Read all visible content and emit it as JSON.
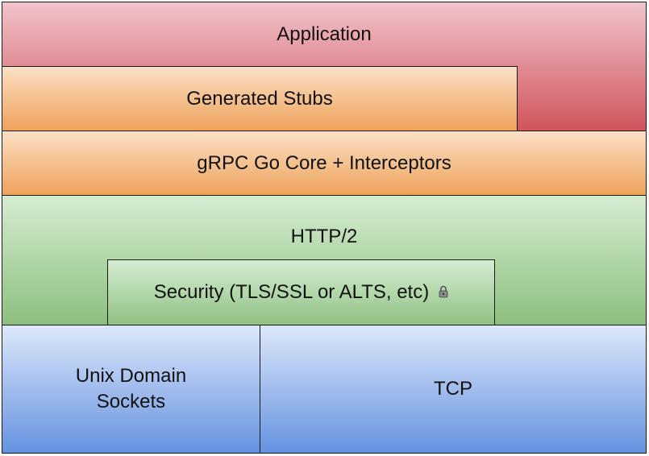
{
  "diagram": {
    "layers": {
      "application": "Application",
      "generated_stubs": "Generated Stubs",
      "core": "gRPC Go Core + Interceptors",
      "http2": "HTTP/2",
      "security": "Security (TLS/SSL or ALTS, etc)",
      "unix_domain_sockets": "Unix Domain\nSockets",
      "tcp": "TCP"
    },
    "icons": {
      "security": "lock-icon"
    },
    "colors": {
      "application": "#d0545c",
      "stubs_core": "#eea25a",
      "http2_security": "#8cc07d",
      "transport": "#6592e0",
      "border": "#1a1a1a"
    }
  }
}
